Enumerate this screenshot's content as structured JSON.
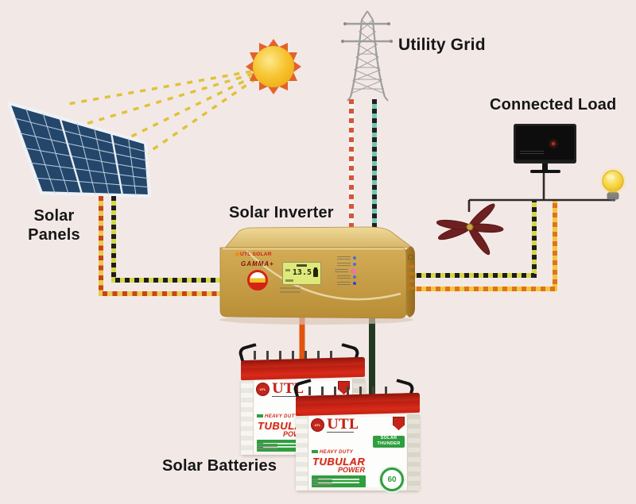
{
  "labels": {
    "solar_panels_line1": "Solar",
    "solar_panels_line2": "Panels",
    "solar_inverter": "Solar Inverter",
    "utility_grid": "Utility Grid",
    "connected_load": "Connected Load",
    "solar_batteries": "Solar Batteries"
  },
  "inverter": {
    "brand": "UTL SOLAR",
    "model": "GAMMA+",
    "display_value": "13.5"
  },
  "battery": {
    "brand": "UTL",
    "badge_line1": "SOLAR",
    "badge_line2": "THUNDER",
    "heavy": "HEAVY DUTY",
    "tubular": "TUBULAR",
    "power": "POWER",
    "warranty": "60"
  },
  "colors": {
    "background": "#f2e9e7",
    "sun": "#f5c02a",
    "sun_border": "#e2622a",
    "panel_blue": "#24466b",
    "inverter_gold": "#c9a145",
    "wire_solar_dash": "#c9441c",
    "wire_solar_base": "#ecc94f",
    "wire_pv_neg_dash": "#1c1c1c",
    "wire_pv_neg_base": "#d6d648",
    "wire_grid_live_dash": "#d2573a",
    "wire_grid_live_base": "#f7f3f0",
    "wire_grid_neutral_dash": "#202020",
    "wire_grid_neutral_base": "#74c7b2",
    "wire_battery_positive": "#e0540f",
    "wire_battery_negative": "#23391f",
    "battery_red": "#c4241a",
    "battery_green": "#2f9e3e",
    "load_circuit": "#2e2a28"
  }
}
